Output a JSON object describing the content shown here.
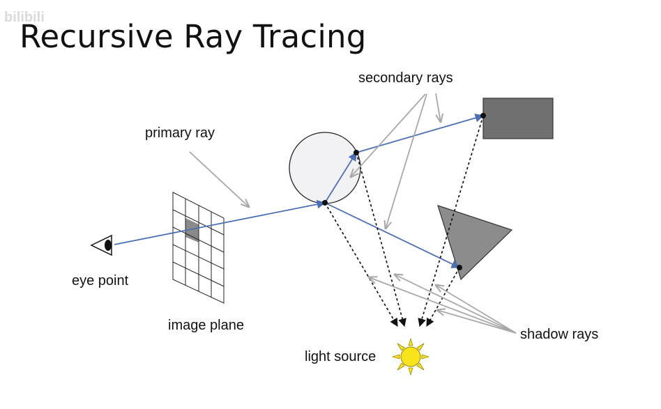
{
  "title": "Recursive Ray Tracing",
  "watermark": "bilibili",
  "labels": {
    "secondary_rays": "secondary rays",
    "primary_ray": "primary ray",
    "eye_point": "eye point",
    "image_plane": "image plane",
    "light_source": "light source",
    "shadow_rays": "shadow rays"
  },
  "icons": {
    "eye": "eye-icon",
    "sun": "sun-icon"
  },
  "colors": {
    "ray": "#4a6fb5",
    "annotation_arrow": "#a8a8a8",
    "sphere_fill": "#f2f2f4",
    "rectangle_fill": "#707070",
    "triangle_fill": "#8c8c8c",
    "highlighted_pixel": "#8a8a8a",
    "sun": "#f7e41b"
  }
}
